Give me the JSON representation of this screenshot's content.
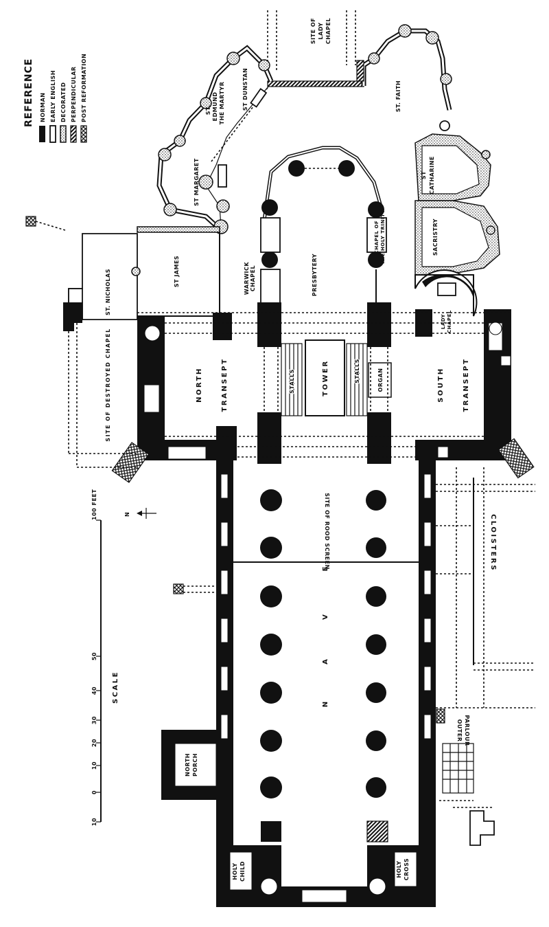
{
  "legend": {
    "title": "REFERENCE",
    "items": [
      {
        "label": "NORMAN",
        "style": "solid-black"
      },
      {
        "label": "EARLY ENGLISH",
        "style": "outline"
      },
      {
        "label": "DECORATED",
        "style": "stipple"
      },
      {
        "label": "PERPENDICULAR",
        "style": "hatch"
      },
      {
        "label": "POST REFORMATION",
        "style": "cross-hatch"
      }
    ]
  },
  "labels": {
    "lady_site": [
      "SITE OF",
      "LADY",
      "CHAPEL"
    ],
    "st_faith": "ST. FAITH",
    "st_dunstan": "ST DUNSTAN",
    "st_edmund": [
      "ST.",
      "EDMUND",
      "THE MARTYR"
    ],
    "st_margaret": "ST MARGARET",
    "st_catharine": [
      "ST",
      "CATHARINE"
    ],
    "sacristry": "SACRISTRY",
    "holy_trinity": [
      "CHAPEL OF",
      "THE HOLY TRINITY"
    ],
    "presbytery": "PRESBYTERY",
    "warwick": [
      "WARWICK",
      "CHAPEL"
    ],
    "st_nicholas": "ST. NICHOLAS",
    "st_james": "ST JAMES",
    "destroyed_chapel": "SITE OF DESTROYED CHAPEL",
    "north_transept": [
      "NORTH",
      "TRANSEPT"
    ],
    "tower": "TOWER",
    "stalls_n": "STALLS",
    "stalls_s": "STALLS",
    "organ": "ORGAN",
    "south_transept": [
      "SOUTH",
      "TRANSEPT"
    ],
    "lady_chapel": [
      "LADY",
      "CHAPEL"
    ],
    "rood_screen": "SITE OF ROOD SCREEN",
    "nave": [
      "N",
      "A",
      "V",
      "E"
    ],
    "cloisters": "CLOISTERS",
    "north_porch": [
      "NORTH",
      "PORCH"
    ],
    "outer_parlour": [
      "OUTER",
      "PARLOUR"
    ],
    "holy_child": [
      "HOLY",
      "CHILD"
    ],
    "holy_cross": [
      "HOLY",
      "CROSS"
    ]
  },
  "scale": {
    "title": "SCALE",
    "ticks": [
      "100 FEET",
      "50",
      "40",
      "30",
      "20",
      "10",
      "0",
      "10"
    ]
  },
  "north_arrow": "N"
}
